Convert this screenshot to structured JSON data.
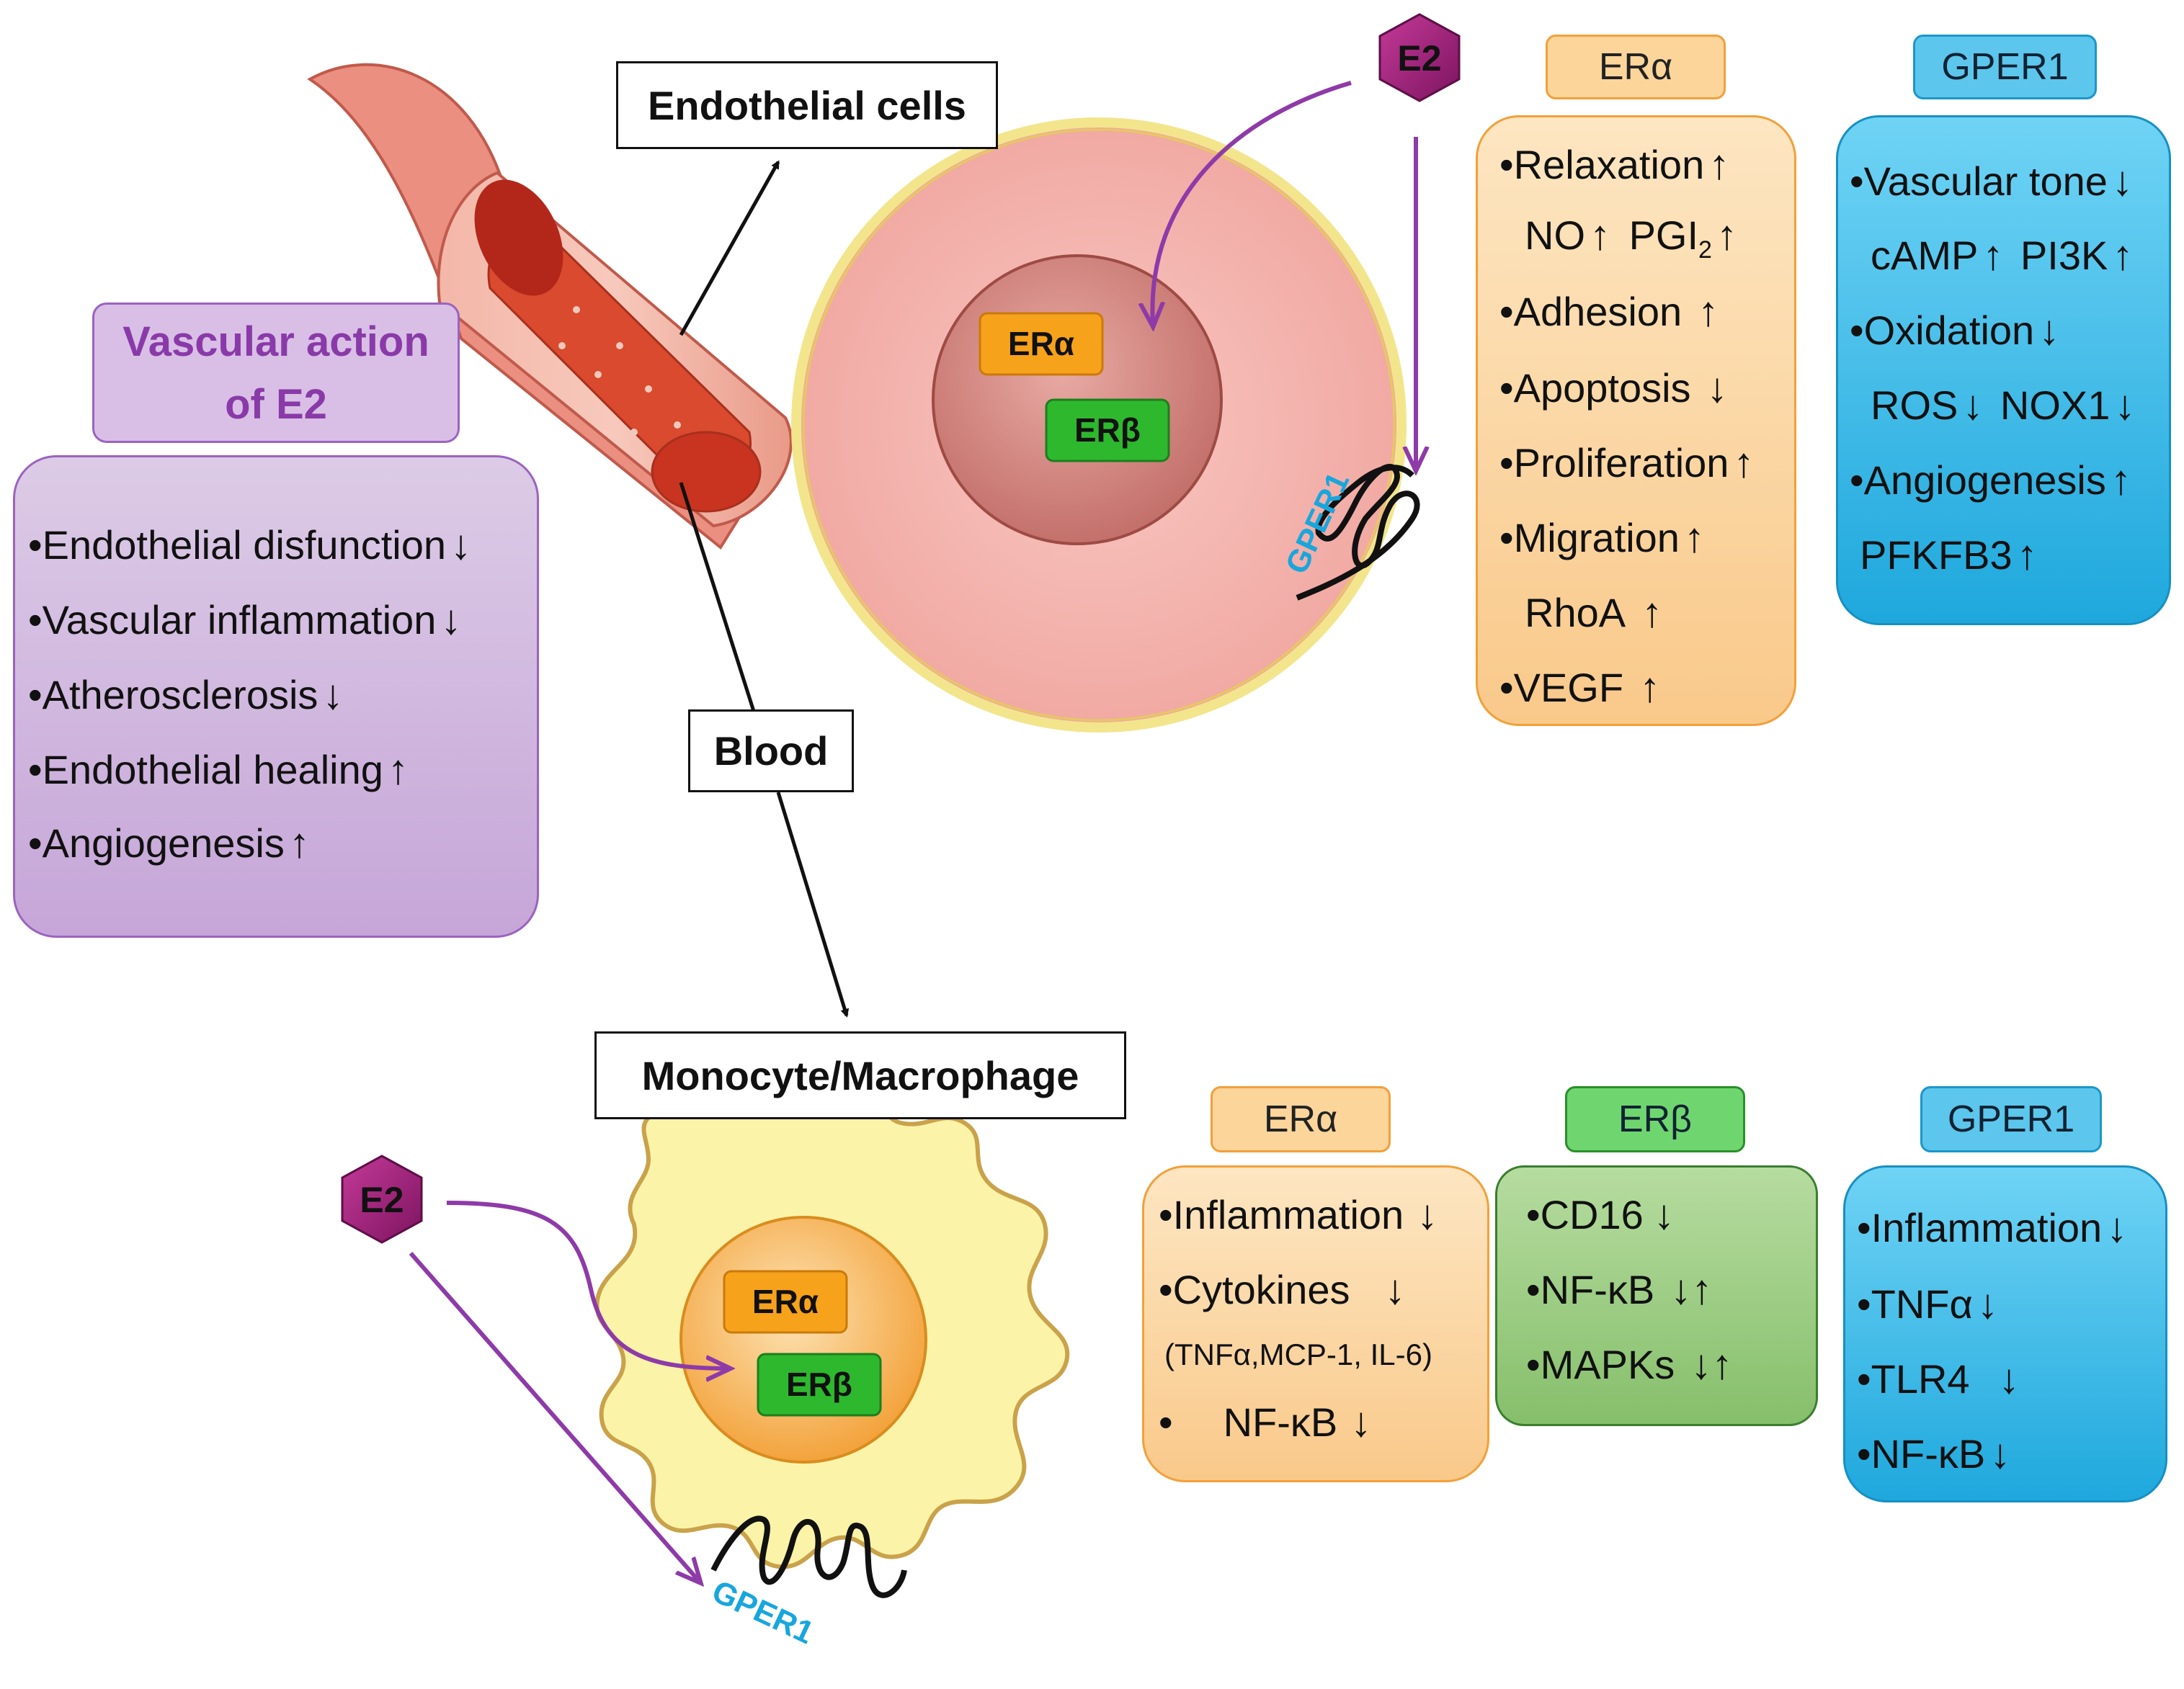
{
  "labels": {
    "endothelial": "Endothelial cells",
    "blood": "Blood",
    "monocyte": "Monocyte/Macrophage"
  },
  "receptors": {
    "e2": "E2",
    "era": "ERα",
    "erb": "ERβ",
    "gper1": "GPER1"
  },
  "vascular": {
    "title_line1": "Vascular action",
    "title_line2": "of E2",
    "items": [
      {
        "text": "•Endothelial disfunction",
        "arrow": "↓"
      },
      {
        "text": "•Vascular inflammation",
        "arrow": "↓"
      },
      {
        "text": "•Atherosclerosis",
        "arrow": "↓"
      },
      {
        "text": "•Endothelial healing",
        "arrow": "↑"
      },
      {
        "text": "•Angiogenesis",
        "arrow": "↑"
      }
    ]
  },
  "endo_era": {
    "header": "ERα",
    "relaxation": "•Relaxation",
    "relaxation_arrow": "↑",
    "no": "NO",
    "no_arrow": "↑",
    "pgi": "PGI",
    "pgi_sub": "2",
    "pgi_arrow": "↑",
    "adhesion": "•Adhesion",
    "adhesion_arrow": "↑",
    "apoptosis": "•Apoptosis",
    "apoptosis_arrow": "↓",
    "proliferation": "•Proliferation",
    "proliferation_arrow": "↑",
    "migration": "•Migration",
    "migration_arrow": "↑",
    "rhoa": "RhoA",
    "rhoa_arrow": "↑",
    "vegf": "•VEGF",
    "vegf_arrow": "↑"
  },
  "endo_gper": {
    "header": "GPER1",
    "tone": "•Vascular tone",
    "tone_arrow": "↓",
    "camp": "cAMP",
    "camp_arrow": "↑",
    "pi3k": "PI3K",
    "pi3k_arrow": "↑",
    "oxidation": "•Oxidation",
    "oxidation_arrow": "↓",
    "ros": "ROS",
    "ros_arrow": "↓",
    "nox1": "NOX1",
    "nox1_arrow": "↓",
    "angio": "•Angiogenesis",
    "angio_arrow": "↑",
    "pfkfb3": "PFKFB3",
    "pfkfb3_arrow": "↑"
  },
  "mono_era": {
    "header": "ERα",
    "inflammation": "•Inflammation",
    "inflammation_arrow": "↓",
    "cytokines": "•Cytokines",
    "cytokines_arrow": "↓",
    "cytokine_list": "(TNFα,MCP-1, IL-6)",
    "nfkb_bullet": "•",
    "nfkb": "NF-κB",
    "nfkb_arrow": "↓"
  },
  "mono_erb": {
    "header": "ERβ",
    "cd16": "•CD16",
    "cd16_arrow": "↓",
    "nfkb": "•NF-κB",
    "nfkb_arrow": "↓↑",
    "mapks": "•MAPKs",
    "mapks_arrow": "↓↑"
  },
  "mono_gper": {
    "header": "GPER1",
    "inflammation": "•Inflammation",
    "inflammation_arrow": "↓",
    "tnfa": "•TNFα",
    "tnfa_arrow": "↓",
    "tlr4": "•TLR4",
    "tlr4_arrow": "↓",
    "nfkb": "•NF-κB",
    "nfkb_arrow": "↓"
  },
  "colors": {
    "purple_arrow": "#8e3aa8",
    "e2_fill": "#a3207a",
    "era_orange": "#f7a21b",
    "erb_green": "#2eb82e",
    "gper_blue": "#18a6dd"
  }
}
